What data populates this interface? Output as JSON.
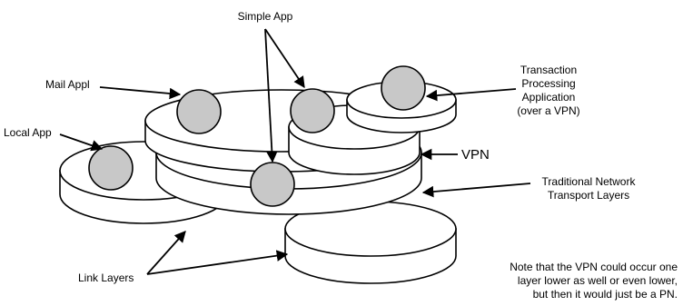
{
  "labels": {
    "simple_app": "Simple App",
    "mail_appl": "Mail Appl",
    "local_app": "Local App",
    "transaction": [
      "Transaction",
      "Processing",
      "Application",
      "(over a VPN)"
    ],
    "vpn": "VPN",
    "traditional": [
      "Traditional Network",
      "Transport Layers"
    ],
    "link_layers": "Link Layers",
    "note": [
      "Note that the VPN could occur one",
      "layer lower as well or even lower,",
      "but then it would just be a PN."
    ]
  },
  "colors": {
    "app_ball": "#c8c8c8",
    "outline": "#000000"
  }
}
